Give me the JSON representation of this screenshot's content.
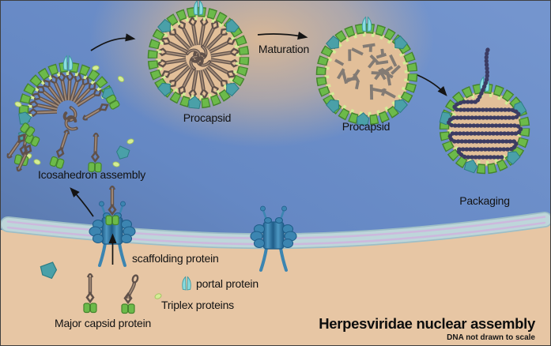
{
  "title": "Herpesviridae nuclear assembly",
  "scale_note": "DNA not drawn to scale",
  "stages": {
    "icosahedron_assembly": "Icosahedron assembly",
    "procapsid_1": "Procapsid",
    "maturation": "Maturation",
    "procapsid_2": "Procapsid",
    "packaging": "Packaging"
  },
  "legend": {
    "scaffolding_protein": "scaffolding protein",
    "portal_protein": "portal protein",
    "triplex_proteins": "Triplex proteins",
    "major_capsid_protein": "Major capsid protein"
  },
  "icons": {
    "portal_protein_icon": "twin-cyan-petals",
    "triplex_protein_icon": "light-green-oval",
    "penton_icon": "teal-pentagon",
    "major_capsid_protein_icon": "green-base-with-brown-stalk",
    "nuclear_pore_icon": "blue-pore-complex"
  },
  "colors": {
    "background_blue_top": "#7495ce",
    "background_blue_mid": "#6588c4",
    "background_blue_deep": "#54709f",
    "nucleoplasm_glow": "#ddb994",
    "cytoplasm_tan": "#e7c6a4",
    "membrane_outer": "#9ebec6",
    "membrane_fill": "#bed6da",
    "membrane_stripe": "#ccb9dd",
    "capsomer_green": "#6cba4a",
    "capsomer_green_dark": "#44842c",
    "triplex_light_green": "#d4ed96",
    "triplex_edge": "#9fc25e",
    "penton_teal": "#4aa0a8",
    "penton_teal_dark": "#2d7d84",
    "portal_cyan": "#8adde0",
    "portal_cyan_dark": "#3f9aa3",
    "capsid_interior_tan": "#e2bf99",
    "capsid_interior_edge": "#c8a37e",
    "protein_brown": "#a18a77",
    "protein_brown_dark": "#60514a",
    "scaffold_rod_gray": "#837b74",
    "dna_navy": "#3c3c63",
    "pore_blue": "#3c85b1",
    "pore_blue_dark": "#1f5d89",
    "pore_barrel_light": "#4d97c2",
    "arrow_black": "#141414",
    "text_black": "#111111"
  }
}
